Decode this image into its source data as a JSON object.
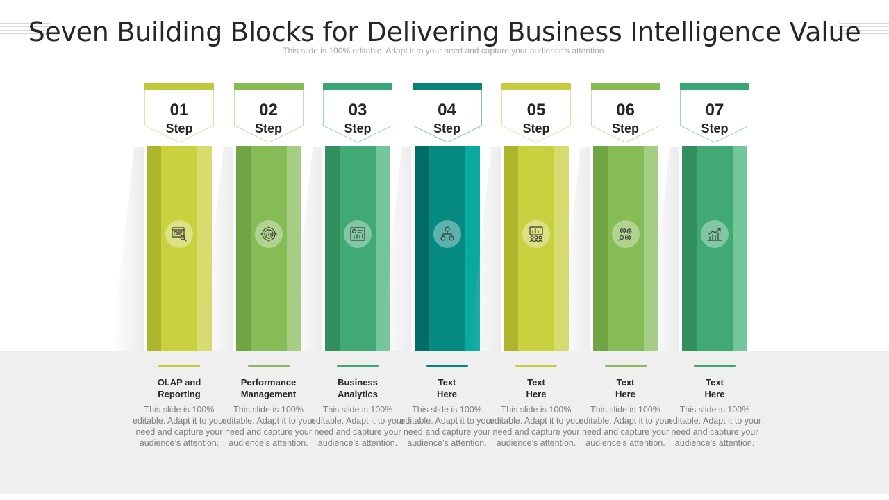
{
  "title": "Seven Building Blocks for Delivering Business Intelligence Value",
  "subtitle": "This slide is 100% editable. Adapt it to your need and capture your audience’s attention.",
  "step_word": "Step",
  "steps": [
    {
      "number": "01",
      "label": "Step",
      "name": "OLAP and\nReporting",
      "desc": "This slide is 100% editable. Adapt it to your need and capture your audience’s attention.",
      "icon": "report-magnifier-icon",
      "colors": {
        "bar": "#bfc93a",
        "dark": "#adb52c",
        "mid": "#c9d13f",
        "light": "#d6dc6e"
      }
    },
    {
      "number": "02",
      "label": "Step",
      "name": "Performance\nManagement",
      "desc": "This slide is 100% editable. Adapt it to your need and capture your audience’s attention.",
      "icon": "gear-chart-icon",
      "colors": {
        "bar": "#84bb55",
        "dark": "#70a544",
        "mid": "#86bc55",
        "light": "#a5cd83"
      }
    },
    {
      "number": "03",
      "label": "Step",
      "name": "Business\nAnalytics",
      "desc": "This slide is 100% editable. Adapt it to your need and capture your audience’s attention.",
      "icon": "dashboard-analytics-icon",
      "colors": {
        "bar": "#3aa673",
        "dark": "#32905f",
        "mid": "#40a974",
        "light": "#72c69a"
      }
    },
    {
      "number": "04",
      "label": "Step",
      "name": "Text\nHere",
      "desc": "This slide is 100% editable. Adapt it to your need and capture your audience’s attention.",
      "icon": "org-network-icon",
      "colors": {
        "bar": "#06827a",
        "dark": "#026d66",
        "mid": "#068980",
        "light": "#08a9a0"
      }
    },
    {
      "number": "05",
      "label": "Step",
      "name": "Text\nHere",
      "desc": "This slide is 100% editable. Adapt it to your need and capture your audience’s attention.",
      "icon": "presentation-team-icon",
      "colors": {
        "bar": "#c4cb3c",
        "dark": "#adb52c",
        "mid": "#c9d13f",
        "light": "#d6dc6e"
      }
    },
    {
      "number": "06",
      "label": "Step",
      "name": "Text\nHere",
      "desc": "This slide is 100% editable. Adapt it to your need and capture your audience’s attention.",
      "icon": "gears-search-icon",
      "colors": {
        "bar": "#84bb55",
        "dark": "#70a544",
        "mid": "#86bc55",
        "light": "#a5cd83"
      }
    },
    {
      "number": "07",
      "label": "Step",
      "name": "Text\nHere",
      "desc": "This slide is 100% editable. Adapt it to your need and capture your audience’s attention.",
      "icon": "growth-chart-icon",
      "colors": {
        "bar": "#3aa673",
        "dark": "#32905f",
        "mid": "#40a974",
        "light": "#72c69a"
      }
    }
  ]
}
